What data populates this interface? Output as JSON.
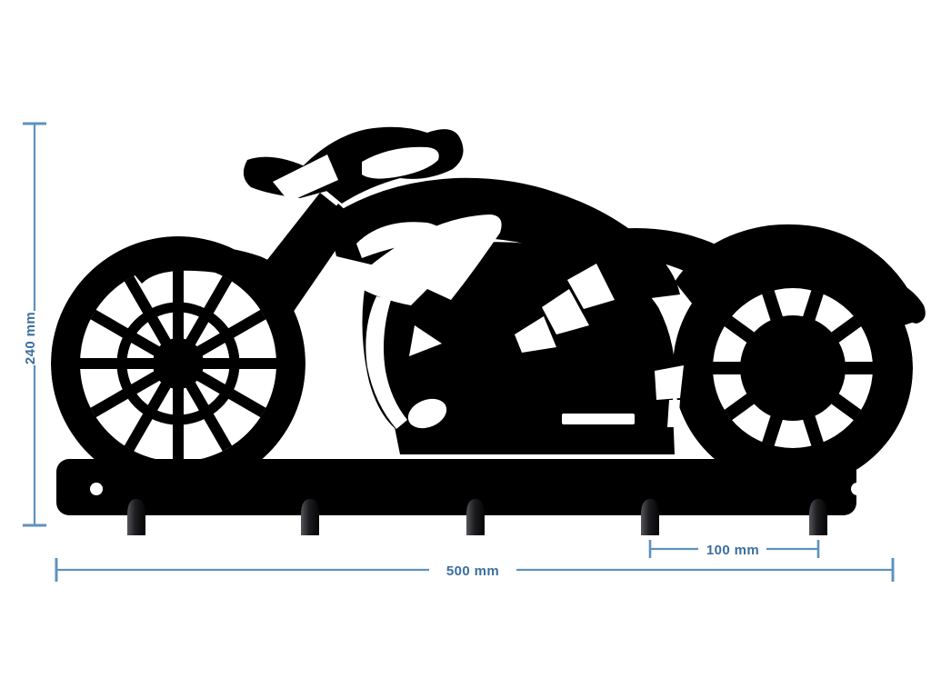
{
  "document": {
    "type": "technical-product-drawing",
    "subject": "Motorcycle silhouette wall key rack",
    "background_color": "#ffffff",
    "silhouette_color": "#000000",
    "dimension_color": "#3f7cad",
    "dimension_text_color": "#3a6f9f"
  },
  "dimensions": {
    "height": {
      "label": "240 mm",
      "orientation": "vertical",
      "position": "left"
    },
    "width": {
      "label": "500 mm",
      "orientation": "horizontal",
      "position": "bottom"
    },
    "hook_spacing": {
      "label": "100 mm",
      "orientation": "horizontal",
      "position": "bottom-right"
    }
  },
  "product": {
    "hooks": {
      "count": 5,
      "spacing_label": "100 mm",
      "gradient_top": "#5a5a5e",
      "gradient_bottom": "#0a0a0a"
    },
    "mounting_holes": {
      "count": 2,
      "color": "#ffffff"
    },
    "wheels": {
      "front": {
        "name": "front-wheel",
        "spoke_count": 12,
        "style": "spoked"
      },
      "rear": {
        "name": "rear-wheel",
        "slot_count": 10,
        "style": "slotted-disc"
      }
    }
  }
}
